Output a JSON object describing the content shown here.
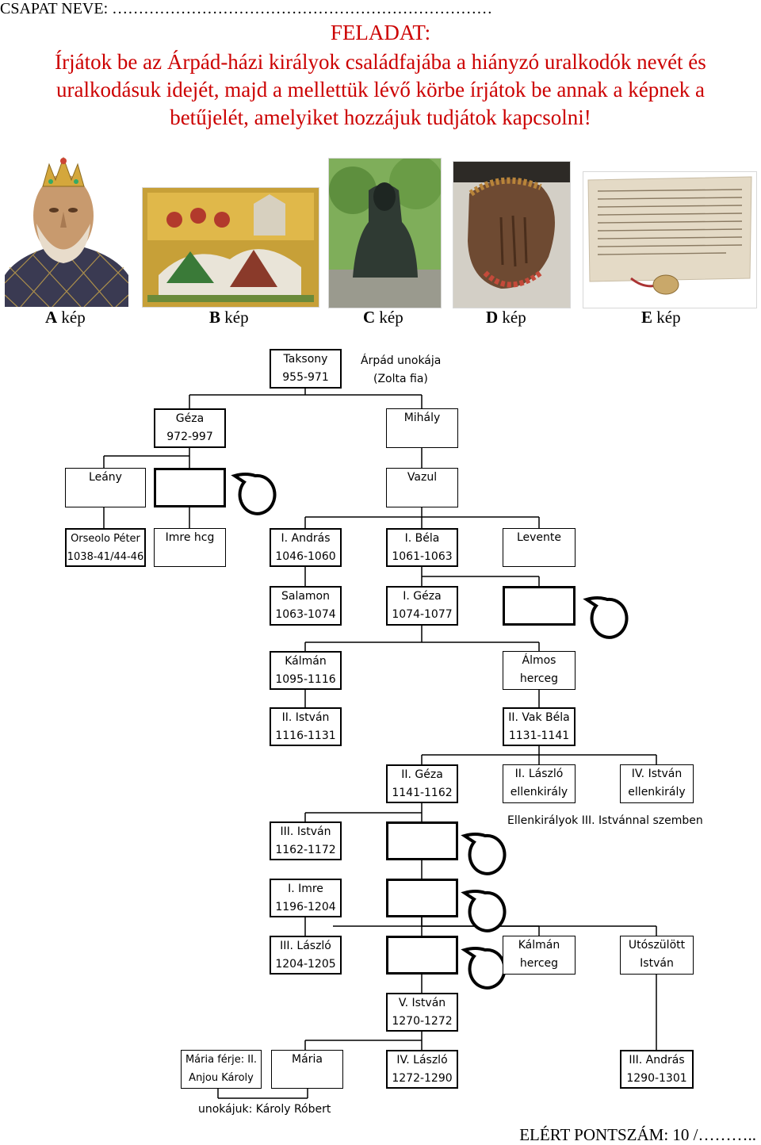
{
  "header": {
    "team_label": "CSAPAT NEVE: ………………………………………………………………",
    "task_title": "FELADAT:",
    "task_lines": [
      "Írjátok be az Árpád-házi királyok családfajába a hiányzó uralkodók nevét és",
      "uralkodásuk idejét, majd a mellettük lévő körbe írjátok be annak a képnek a",
      "betűjelét, amelyiket hozzájuk tudjátok kapcsolni!"
    ]
  },
  "pictures": [
    {
      "letter": "A",
      "suffix": "kép",
      "subject": "royal-bust"
    },
    {
      "letter": "B",
      "suffix": "kép",
      "subject": "chronicle-battle-miniature"
    },
    {
      "letter": "C",
      "suffix": "kép",
      "subject": "seated-statue"
    },
    {
      "letter": "D",
      "suffix": "kép",
      "subject": "holy-right-hand-relic"
    },
    {
      "letter": "E",
      "suffix": "kép",
      "subject": "charter-with-seal"
    }
  ],
  "tree": {
    "taksony": [
      "Taksony",
      "955-971"
    ],
    "arpad_note": [
      "Árpád unokája",
      "(Zolta fia)"
    ],
    "geza": [
      "Géza",
      "972-997"
    ],
    "mihaly": [
      "Mihály"
    ],
    "leany": [
      "Leány"
    ],
    "vazul": [
      "Vazul"
    ],
    "orseolo": [
      "Orseolo Péter",
      "1038-41/44-46"
    ],
    "imre_hcg": [
      "Imre hcg"
    ],
    "andras1": [
      "I. András",
      "1046-1060"
    ],
    "bela1": [
      "I. Béla",
      "1061-1063"
    ],
    "levente": [
      "Levente"
    ],
    "salamon": [
      "Salamon",
      "1063-1074"
    ],
    "geza1": [
      "I. Géza",
      "1074-1077"
    ],
    "kalman": [
      "Kálmán",
      "1095-1116"
    ],
    "almos": [
      "Álmos",
      "herceg"
    ],
    "istvan2": [
      "II. István",
      "1116-1131"
    ],
    "bela2": [
      "II. Vak Béla",
      "1131-1141"
    ],
    "geza2": [
      "II. Géza",
      "1141-1162"
    ],
    "laszlo2": [
      "II. László",
      "ellenkirály"
    ],
    "istvan4": [
      "IV. István",
      "ellenkirály"
    ],
    "ellen_note": "Ellenkirályok III. Istvánnal szemben",
    "istvan3": [
      "III. István",
      "1162-1172"
    ],
    "imre1": [
      "I. Imre",
      "1196-1204"
    ],
    "laszlo3": [
      "III. László",
      "1204-1205"
    ],
    "kalman_hg": [
      "Kálmán",
      "herceg"
    ],
    "utoszulott": [
      "Utószülött",
      "István"
    ],
    "istvan5": [
      "V. István",
      "1270-1272"
    ],
    "maria_ferje": [
      "Mária férje: II.",
      "Anjou Károly"
    ],
    "maria": [
      "Mária"
    ],
    "laszlo4": [
      "IV. László",
      "1272-1290"
    ],
    "andras3": [
      "III. András",
      "1290-1301"
    ],
    "unoka_note": "unokájuk: Károly Róbert"
  },
  "footer": {
    "score_label": "ELÉRT PONTSZÁM:  10 /……….."
  }
}
